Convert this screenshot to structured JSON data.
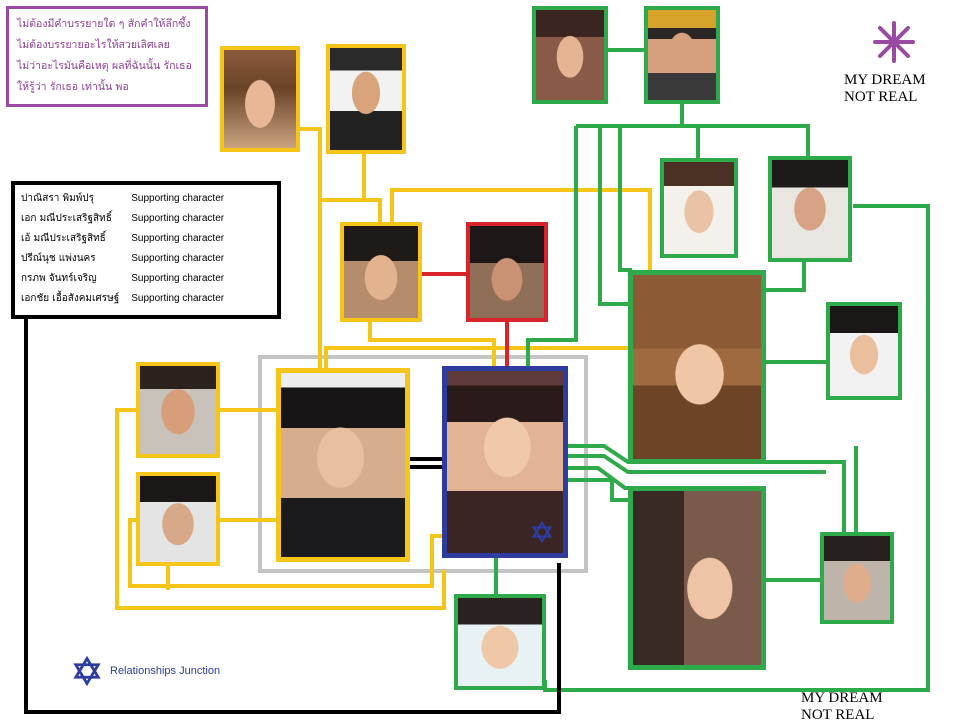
{
  "poem": {
    "lines": [
      "ไม่ต้องมีคำบรรยายใด ๆ สักคำให้ลึกซึ้ง",
      "ไม่ต้องบรรยายอะไรให้สวยเลิศเลย",
      "ไม่ว่าอะไรมันคือเหตุ ผลที่ฉันนั้น รักเธอ",
      "ให้รู้ว่า รักเธอ เท่านั้น พอ"
    ]
  },
  "cast": [
    {
      "name": "ปาณิสรา พิมพ์ปรุ",
      "role": "Supporting character"
    },
    {
      "name": "เอก มณีประเสริฐสิทธิ์",
      "role": "Supporting character"
    },
    {
      "name": "เอ้ มณีประเสริฐสิทธิ์",
      "role": "Supporting character"
    },
    {
      "name": "ปรีณ์นุช แพ่งนคร",
      "role": "Supporting character"
    },
    {
      "name": "กรภพ จันทร์เจริญ",
      "role": "Supporting character"
    },
    {
      "name": "เอกชัย เอื้อสังคมเศรษฐ์",
      "role": "Supporting character"
    }
  ],
  "top_right_caption": {
    "line1": "MY DREAM",
    "line2": "NOT REAL"
  },
  "bottom_right_caption": {
    "line1": "MY DREAM",
    "line2": "NOT REAL"
  },
  "junction_label": "Relationships Junction",
  "colors": {
    "yellow": "#f5c518",
    "green": "#2eaa4a",
    "red": "#d9232a",
    "blue": "#2d3c9e",
    "gray": "#c4c4c4",
    "black": "#000000",
    "purple": "#9b4aa3"
  },
  "icons": {
    "top_right": "asterisk-icon",
    "junction": "star-of-david-icon",
    "heroine_badge": "star-of-david-icon"
  }
}
